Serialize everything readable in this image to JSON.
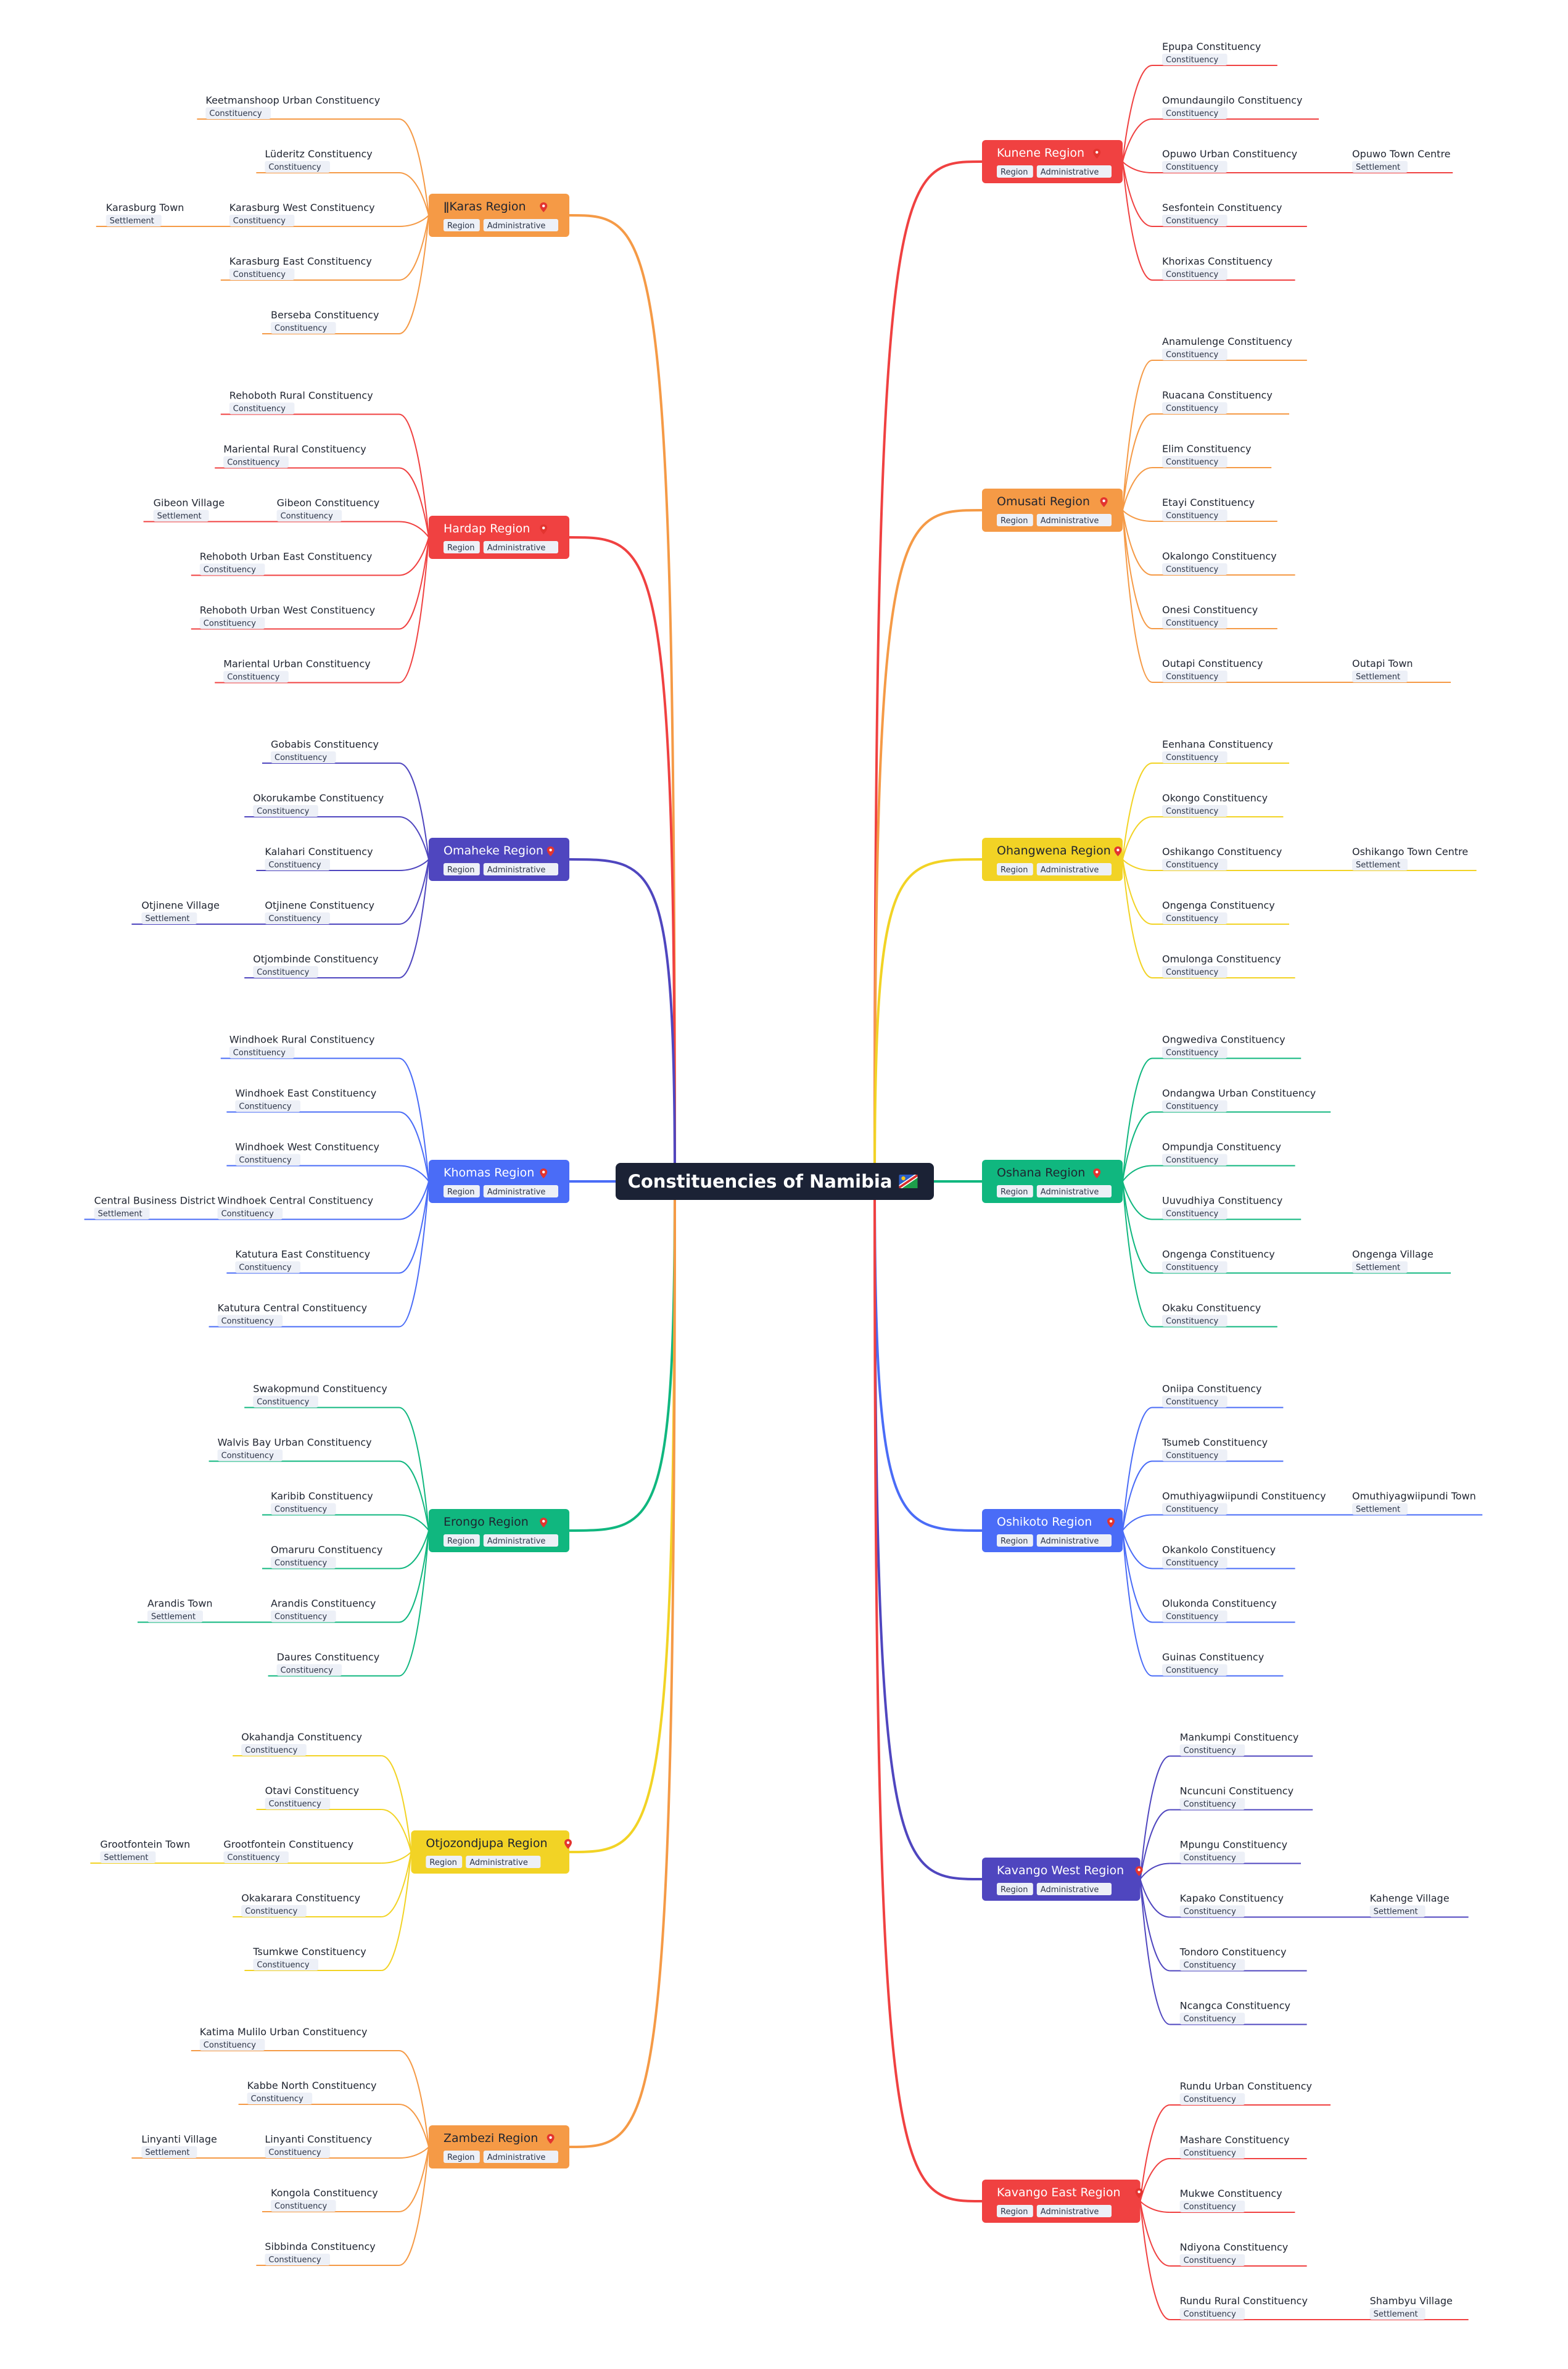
{
  "root": {
    "label": "Constituencies of Namibia",
    "flag_icon": "namibia-flag-icon"
  },
  "pin_icon": "map-pin-icon",
  "colors": {
    "root_bg": "#1b2235",
    "tag_bg": "#edf0f7",
    "tag_text": "#2c3447",
    "leaf_text": "#1f2430"
  },
  "regions": [
    {
      "label": "ǁKaras Region",
      "side": "left",
      "color": "#f59a46",
      "text_color": "#1f2430",
      "tags": [
        "Region",
        "Administrative"
      ],
      "constituencies": [
        {
          "label": "Keetmanshoop Urban Constituency",
          "tag": "Constituency"
        },
        {
          "label": "Lüderitz Constituency",
          "tag": "Constituency"
        },
        {
          "label": "Karasburg West Constituency",
          "tag": "Constituency",
          "settlement": {
            "label": "Karasburg Town",
            "tag": "Settlement"
          }
        },
        {
          "label": "Karasburg East Constituency",
          "tag": "Constituency"
        },
        {
          "label": "Berseba Constituency",
          "tag": "Constituency"
        }
      ]
    },
    {
      "label": "Hardap Region",
      "side": "left",
      "color": "#f04141",
      "text_color": "#ffffff",
      "tags": [
        "Region",
        "Administrative"
      ],
      "constituencies": [
        {
          "label": "Rehoboth Rural Constituency",
          "tag": "Constituency"
        },
        {
          "label": "Mariental Rural Constituency",
          "tag": "Constituency"
        },
        {
          "label": "Gibeon Constituency",
          "tag": "Constituency",
          "settlement": {
            "label": "Gibeon Village",
            "tag": "Settlement"
          }
        },
        {
          "label": "Rehoboth Urban East Constituency",
          "tag": "Constituency"
        },
        {
          "label": "Rehoboth Urban West Constituency",
          "tag": "Constituency"
        },
        {
          "label": "Mariental Urban Constituency",
          "tag": "Constituency"
        }
      ]
    },
    {
      "label": "Omaheke Region",
      "side": "left",
      "color": "#4f46bf",
      "text_color": "#ffffff",
      "tags": [
        "Region",
        "Administrative"
      ],
      "constituencies": [
        {
          "label": "Gobabis Constituency",
          "tag": "Constituency"
        },
        {
          "label": "Okorukambe Constituency",
          "tag": "Constituency"
        },
        {
          "label": "Kalahari Constituency",
          "tag": "Constituency"
        },
        {
          "label": "Otjinene Constituency",
          "tag": "Constituency",
          "settlement": {
            "label": "Otjinene Village",
            "tag": "Settlement"
          }
        },
        {
          "label": "Otjombinde Constituency",
          "tag": "Constituency"
        }
      ]
    },
    {
      "label": "Khomas Region",
      "side": "left",
      "color": "#4a6cf7",
      "text_color": "#ffffff",
      "tags": [
        "Region",
        "Administrative"
      ],
      "constituencies": [
        {
          "label": "Windhoek Rural Constituency",
          "tag": "Constituency"
        },
        {
          "label": "Windhoek East Constituency",
          "tag": "Constituency"
        },
        {
          "label": "Windhoek West Constituency",
          "tag": "Constituency"
        },
        {
          "label": "Windhoek Central Constituency",
          "tag": "Constituency",
          "settlement": {
            "label": "Central Business District",
            "tag": "Settlement"
          }
        },
        {
          "label": "Katutura East Constituency",
          "tag": "Constituency"
        },
        {
          "label": "Katutura Central Constituency",
          "tag": "Constituency"
        }
      ]
    },
    {
      "label": "Erongo Region",
      "side": "left",
      "color": "#10b77f",
      "text_color": "#1f2430",
      "tags": [
        "Region",
        "Administrative"
      ],
      "constituencies": [
        {
          "label": "Swakopmund Constituency",
          "tag": "Constituency"
        },
        {
          "label": "Walvis Bay Urban Constituency",
          "tag": "Constituency"
        },
        {
          "label": "Karibib Constituency",
          "tag": "Constituency"
        },
        {
          "label": "Omaruru Constituency",
          "tag": "Constituency"
        },
        {
          "label": "Arandis Constituency",
          "tag": "Constituency",
          "settlement": {
            "label": "Arandis Town",
            "tag": "Settlement"
          }
        },
        {
          "label": "Daures Constituency",
          "tag": "Constituency"
        }
      ]
    },
    {
      "label": "Otjozondjupa Region",
      "side": "left",
      "color": "#f2d325",
      "text_color": "#1f2430",
      "tags": [
        "Region",
        "Administrative"
      ],
      "constituencies": [
        {
          "label": "Okahandja Constituency",
          "tag": "Constituency"
        },
        {
          "label": "Otavi Constituency",
          "tag": "Constituency"
        },
        {
          "label": "Grootfontein Constituency",
          "tag": "Constituency",
          "settlement": {
            "label": "Grootfontein Town",
            "tag": "Settlement"
          }
        },
        {
          "label": "Okakarara Constituency",
          "tag": "Constituency"
        },
        {
          "label": "Tsumkwe Constituency",
          "tag": "Constituency"
        }
      ]
    },
    {
      "label": "Zambezi Region",
      "side": "left",
      "color": "#f59a46",
      "text_color": "#1f2430",
      "tags": [
        "Region",
        "Administrative"
      ],
      "constituencies": [
        {
          "label": "Katima Mulilo Urban Constituency",
          "tag": "Constituency"
        },
        {
          "label": "Kabbe North Constituency",
          "tag": "Constituency"
        },
        {
          "label": "Linyanti Constituency",
          "tag": "Constituency",
          "settlement": {
            "label": "Linyanti Village",
            "tag": "Settlement"
          }
        },
        {
          "label": "Kongola Constituency",
          "tag": "Constituency"
        },
        {
          "label": "Sibbinda Constituency",
          "tag": "Constituency"
        }
      ]
    },
    {
      "label": "Kunene Region",
      "side": "right",
      "color": "#f04141",
      "text_color": "#ffffff",
      "tags": [
        "Region",
        "Administrative"
      ],
      "constituencies": [
        {
          "label": "Epupa Constituency",
          "tag": "Constituency"
        },
        {
          "label": "Omundaungilo Constituency",
          "tag": "Constituency"
        },
        {
          "label": "Opuwo Urban Constituency",
          "tag": "Constituency",
          "settlement": {
            "label": "Opuwo Town Centre",
            "tag": "Settlement"
          }
        },
        {
          "label": "Sesfontein Constituency",
          "tag": "Constituency"
        },
        {
          "label": "Khorixas Constituency",
          "tag": "Constituency"
        }
      ]
    },
    {
      "label": "Omusati Region",
      "side": "right",
      "color": "#f59a46",
      "text_color": "#1f2430",
      "tags": [
        "Region",
        "Administrative"
      ],
      "constituencies": [
        {
          "label": "Anamulenge Constituency",
          "tag": "Constituency"
        },
        {
          "label": "Ruacana Constituency",
          "tag": "Constituency"
        },
        {
          "label": "Elim Constituency",
          "tag": "Constituency"
        },
        {
          "label": "Etayi Constituency",
          "tag": "Constituency"
        },
        {
          "label": "Okalongo Constituency",
          "tag": "Constituency"
        },
        {
          "label": "Onesi Constituency",
          "tag": "Constituency"
        },
        {
          "label": "Outapi Constituency",
          "tag": "Constituency",
          "settlement": {
            "label": "Outapi Town",
            "tag": "Settlement"
          }
        }
      ]
    },
    {
      "label": "Ohangwena Region",
      "side": "right",
      "color": "#f2d325",
      "text_color": "#1f2430",
      "tags": [
        "Region",
        "Administrative"
      ],
      "constituencies": [
        {
          "label": "Eenhana Constituency",
          "tag": "Constituency"
        },
        {
          "label": "Okongo Constituency",
          "tag": "Constituency"
        },
        {
          "label": "Oshikango Constituency",
          "tag": "Constituency",
          "settlement": {
            "label": "Oshikango Town Centre",
            "tag": "Settlement"
          }
        },
        {
          "label": "Ongenga Constituency",
          "tag": "Constituency"
        },
        {
          "label": "Omulonga Constituency",
          "tag": "Constituency"
        }
      ]
    },
    {
      "label": "Oshana Region",
      "side": "right",
      "color": "#10b77f",
      "text_color": "#1f2430",
      "tags": [
        "Region",
        "Administrative"
      ],
      "constituencies": [
        {
          "label": "Ongwediva Constituency",
          "tag": "Constituency"
        },
        {
          "label": "Ondangwa Urban Constituency",
          "tag": "Constituency"
        },
        {
          "label": "Ompundja Constituency",
          "tag": "Constituency"
        },
        {
          "label": "Uuvudhiya Constituency",
          "tag": "Constituency"
        },
        {
          "label": "Ongenga Constituency",
          "tag": "Constituency",
          "settlement": {
            "label": "Ongenga Village",
            "tag": "Settlement"
          }
        },
        {
          "label": "Okaku Constituency",
          "tag": "Constituency"
        }
      ]
    },
    {
      "label": "Oshikoto Region",
      "side": "right",
      "color": "#4a6cf7",
      "text_color": "#ffffff",
      "tags": [
        "Region",
        "Administrative"
      ],
      "constituencies": [
        {
          "label": "Oniipa Constituency",
          "tag": "Constituency"
        },
        {
          "label": "Tsumeb Constituency",
          "tag": "Constituency"
        },
        {
          "label": "Omuthiyagwiipundi Constituency",
          "tag": "Constituency",
          "settlement": {
            "label": "Omuthiyagwiipundi Town",
            "tag": "Settlement"
          }
        },
        {
          "label": "Okankolo Constituency",
          "tag": "Constituency"
        },
        {
          "label": "Olukonda Constituency",
          "tag": "Constituency"
        },
        {
          "label": "Guinas Constituency",
          "tag": "Constituency"
        }
      ]
    },
    {
      "label": "Kavango West Region",
      "side": "right",
      "color": "#4f46bf",
      "text_color": "#ffffff",
      "tags": [
        "Region",
        "Administrative"
      ],
      "constituencies": [
        {
          "label": "Mankumpi Constituency",
          "tag": "Constituency"
        },
        {
          "label": "Ncuncuni Constituency",
          "tag": "Constituency"
        },
        {
          "label": "Mpungu Constituency",
          "tag": "Constituency"
        },
        {
          "label": "Kapako Constituency",
          "tag": "Constituency",
          "settlement": {
            "label": "Kahenge Village",
            "tag": "Settlement"
          }
        },
        {
          "label": "Tondoro Constituency",
          "tag": "Constituency"
        },
        {
          "label": "Ncangca Constituency",
          "tag": "Constituency"
        }
      ]
    },
    {
      "label": "Kavango East Region",
      "side": "right",
      "color": "#f04141",
      "text_color": "#ffffff",
      "tags": [
        "Region",
        "Administrative"
      ],
      "constituencies": [
        {
          "label": "Rundu Urban Constituency",
          "tag": "Constituency"
        },
        {
          "label": "Mashare Constituency",
          "tag": "Constituency"
        },
        {
          "label": "Mukwe Constituency",
          "tag": "Constituency"
        },
        {
          "label": "Ndiyona Constituency",
          "tag": "Constituency"
        },
        {
          "label": "Rundu Rural Constituency",
          "tag": "Constituency",
          "settlement": {
            "label": "Shambyu Village",
            "tag": "Settlement"
          }
        }
      ]
    }
  ]
}
